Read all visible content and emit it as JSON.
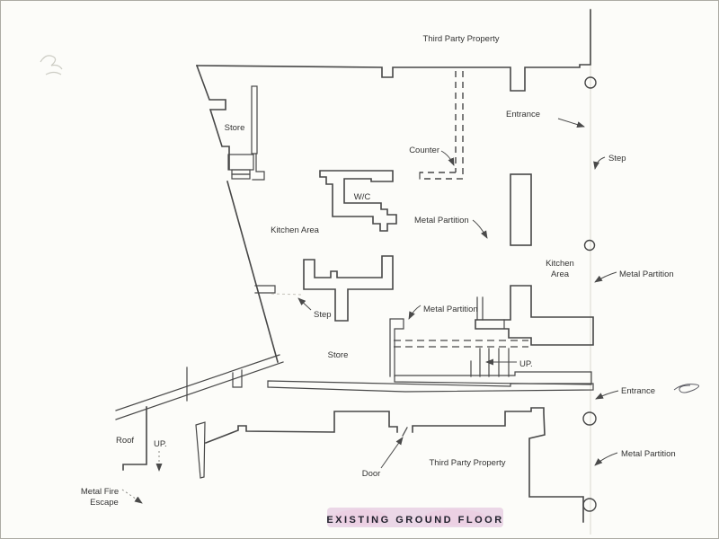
{
  "title": "EXISTING GROUND FLOOR",
  "labels": {
    "third_party_property": "Third Party Property",
    "store": "Store",
    "entrance": "Entrance",
    "step": "Step",
    "counter": "Counter",
    "wc": "W/C",
    "metal_partition": "Metal Partition",
    "kitchen_area": "Kitchen Area",
    "kitchen": "Kitchen",
    "area": "Area",
    "up": "UP.",
    "roof": "Roof",
    "door": "Door",
    "metal_fire": "Metal Fire",
    "escape": "Escape"
  },
  "colors": {
    "line": "#474747",
    "text": "#333333",
    "highlight": "#e8d0e4",
    "highlight2": "#edc9df",
    "paper": "#fcfcf9",
    "fold": "#e2e0d8"
  }
}
